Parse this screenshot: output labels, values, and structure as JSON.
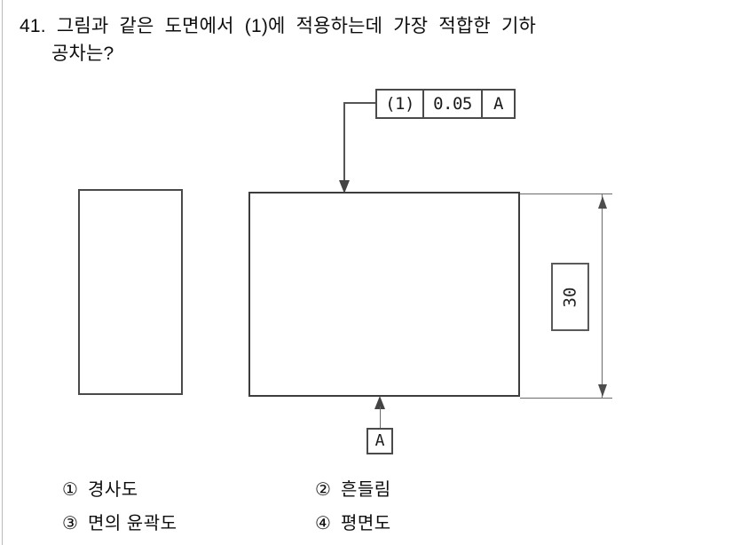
{
  "question": {
    "number": "41.",
    "line1": "41.  그림과  같은  도면에서  (1)에  적용하는데  가장  적합한  기하",
    "line2": "공차는?"
  },
  "drawing": {
    "feature_control_frame": {
      "symbol_cell": "(1)",
      "tolerance_cell": "0.05",
      "datum_cell": "A"
    },
    "datum_feature_symbol": "A",
    "dimension": {
      "value": "30",
      "orientation": "vertical"
    },
    "shapes": {
      "left_view_label": "left-rectangle",
      "main_view_label": "main-rectangle"
    },
    "colors": {
      "line": "#4a4a4a",
      "thin_line": "#6b6b6b",
      "arrow": "#444444",
      "background": "#ffffff"
    }
  },
  "options": [
    {
      "marker": "①",
      "label": "경사도"
    },
    {
      "marker": "②",
      "label": "흔들림"
    },
    {
      "marker": "③",
      "label": "면의 윤곽도"
    },
    {
      "marker": "④",
      "label": "평면도"
    }
  ]
}
